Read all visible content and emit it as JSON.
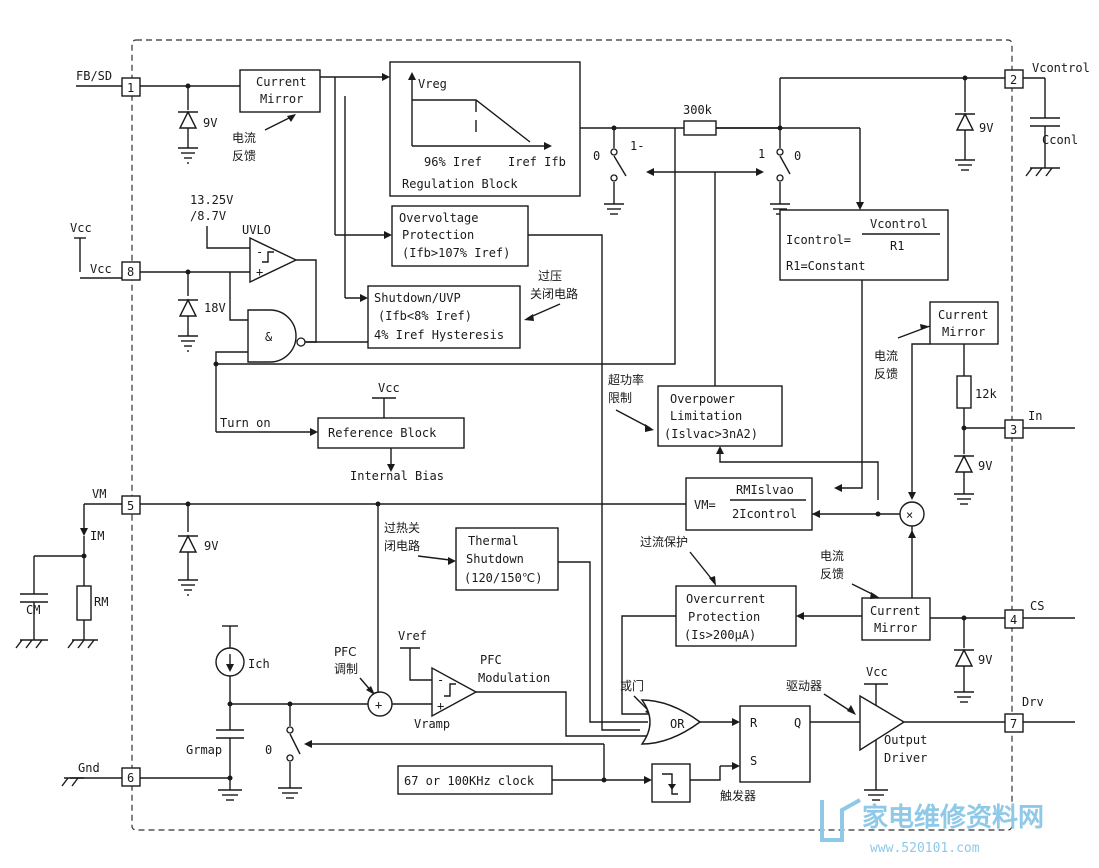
{
  "pins": {
    "p1": "1",
    "p2": "2",
    "p3": "3",
    "p4": "4",
    "p5": "5",
    "p6": "6",
    "p7": "7",
    "p8": "8"
  },
  "pin_names": {
    "fb_sd": "FB/SD",
    "vcontrol": "Vcontrol",
    "vcc_ext": "Vcc",
    "vcc_pin": "Vcc",
    "vm": "VM",
    "in": "In",
    "cs": "CS",
    "gnd": "Gnd",
    "drv": "Drv"
  },
  "components": {
    "z9v": "9V",
    "z18v": "18V",
    "r300k": "300k",
    "r12k": "12k",
    "cconl": "Cconl",
    "cm": "CM",
    "rm": "RM",
    "im": "IM",
    "ich": "Ich",
    "grmap": "Grmap",
    "vcc": "Vcc",
    "vref": "Vref",
    "uvlo": "UVLO",
    "uvlo_v1": "13.25V",
    "uvlo_v2": "/8.7V",
    "and_sym": "&",
    "sw0": "0",
    "sw1": "1",
    "sw1dash": "1-",
    "plus": "+",
    "times": "×"
  },
  "blocks": {
    "current_mirror_1": [
      "Current",
      "Mirror"
    ],
    "regulation": {
      "vreg": "Vreg",
      "ax1": "96% Iref",
      "ax2": "Iref Ifb",
      "label": "Regulation Block"
    },
    "ovp": [
      "Overvoltage",
      "Protection",
      "(Ifb>107% Iref)"
    ],
    "shutdown": [
      "Shutdown/UVP",
      "(Ifb<8% Iref)",
      "4% Iref Hysteresis"
    ],
    "reference": "Reference Block",
    "internal_bias": "Internal Bias",
    "turn_on": "Turn on",
    "icontrol": {
      "lhs": "Icontrol=",
      "num": "Vcontrol",
      "den": "R1",
      "r1": "R1=Constant"
    },
    "current_mirror_2": [
      "Current",
      "Mirror"
    ],
    "overpower": [
      "Overpower",
      "Limitation",
      "(Islvac>3nA2)"
    ],
    "vm_formula": {
      "lhs": "VM=",
      "num": "RMIslvao",
      "den": "2Icontrol"
    },
    "thermal": [
      "Thermal",
      "Shutdown",
      "(120/150℃)"
    ],
    "overcurrent": [
      "Overcurrent",
      "Protection",
      "(Is>200μA)"
    ],
    "current_mirror_3": [
      "Current",
      "Mirror"
    ],
    "pfc_mod": [
      "PFC",
      "Modulation"
    ],
    "vramp": "Vramp",
    "or_gate": "OR",
    "rs_r": "R",
    "rs_q": "Q",
    "rs_s": "S",
    "clock": "67 or 100KHz clock",
    "output_driver": [
      "Output",
      "Driver"
    ]
  },
  "annotations_cn": {
    "fb_feedback_1": "电流",
    "fb_feedback_2": "反馈",
    "ov_shutdown_1": "过压",
    "ov_shutdown_2": "关闭电路",
    "op_limit_1": "超功率",
    "op_limit_2": "限制",
    "in_feedback_1": "电流",
    "in_feedback_2": "反馈",
    "thermal_1": "过热关",
    "thermal_2": "闭电路",
    "oc_protect": "过流保护",
    "cs_feedback_1": "电流",
    "cs_feedback_2": "反馈",
    "pfc_1": "PFC",
    "pfc_2": "调制",
    "or_gate": "或门",
    "driver": "驱动器",
    "trigger": "触发器"
  },
  "watermark": {
    "main": "家电维修资料网",
    "url": "www.520101.com"
  }
}
